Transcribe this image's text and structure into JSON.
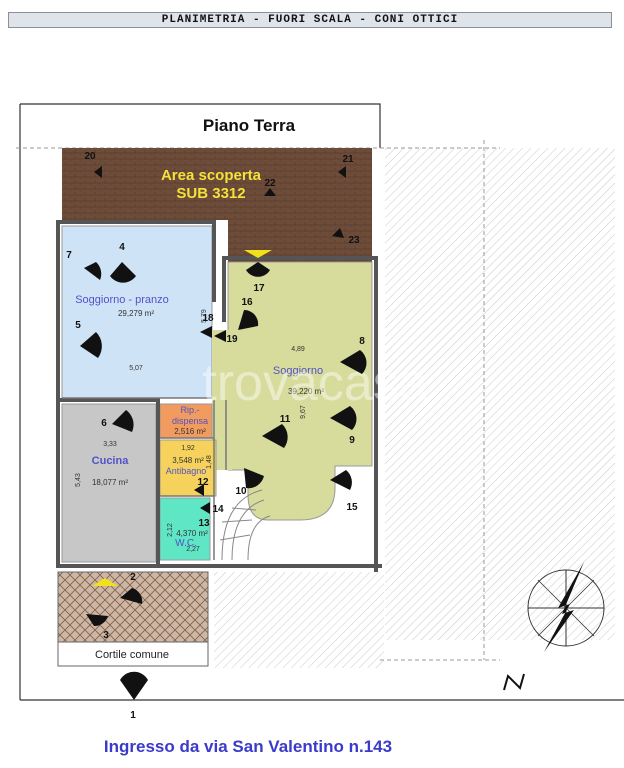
{
  "header": {
    "title": "PLANIMETRIA - FUORI SCALA - CONI OTTICI"
  },
  "floor": {
    "title": "Piano Terra"
  },
  "area": {
    "name": "Area scoperta",
    "sub": "SUB 3312"
  },
  "rooms": {
    "soggiorno_pranzo": {
      "name": "Soggiorno - pranzo",
      "area": "29,279 m²"
    },
    "soggiorno": {
      "name": "Soggiorno",
      "area": "39,220 m²"
    },
    "ripostiglio": {
      "name_line1": "Rip.-",
      "name_line2": "dispensa",
      "area": "2,516 m²"
    },
    "cucina": {
      "name": "Cucina",
      "area": "18,077 m²"
    },
    "antibagno": {
      "name": "Antibagno",
      "area": "3,548 m²"
    },
    "wc": {
      "name": "W.C.",
      "area": "4,370 m²"
    }
  },
  "dimensions": {
    "d579": "5,79",
    "d507": "5,07",
    "d489": "4,89",
    "d967": "9,67",
    "d333": "3,33",
    "d543": "5,43",
    "d192": "1,92",
    "d148": "1,48",
    "d212": "2,12",
    "d227": "2,27"
  },
  "cortile": {
    "label": "Cortile comune"
  },
  "entrance": {
    "label": "Ingresso da via San Valentino n.143"
  },
  "watermark": {
    "text": "trovacasa"
  },
  "viewpoints": [
    "1",
    "2",
    "3",
    "4",
    "5",
    "6",
    "7",
    "8",
    "9",
    "10",
    "11",
    "12",
    "13",
    "14",
    "15",
    "16",
    "17",
    "18",
    "19",
    "20",
    "21",
    "22",
    "23"
  ],
  "colors": {
    "soggiorno_pranzo": "#cfe3f7",
    "soggiorno": "#d7dc9c",
    "cucina": "#c7c7c7",
    "ripostiglio": "#f19b5e",
    "antibagno": "#f6d25c",
    "wc": "#5fe6c4",
    "area_scoperta": "#6e4c3a",
    "label_blue": "#5252c8",
    "area_text": "#f2e23a",
    "entrance_text": "#3a3acb"
  }
}
